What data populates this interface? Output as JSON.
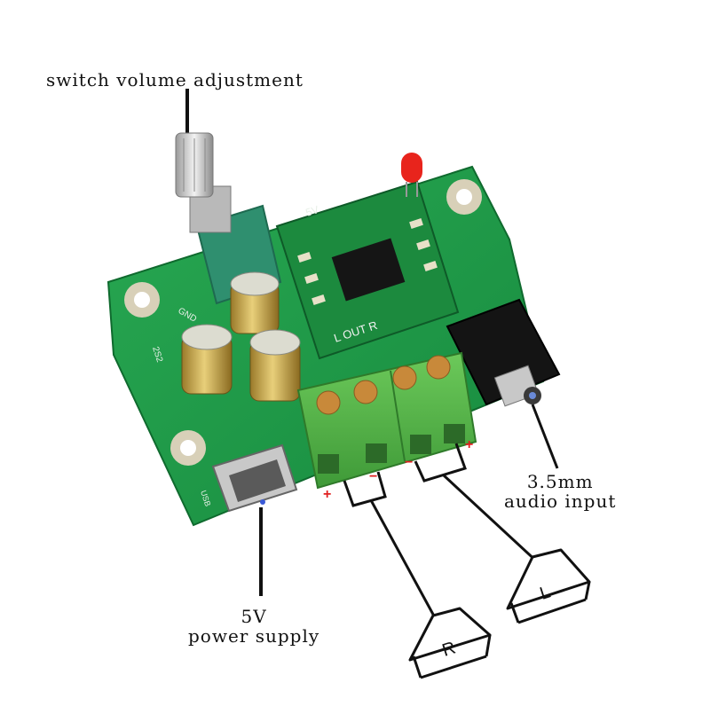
{
  "labels": {
    "volume": "switch volume adjustment",
    "audio_line1": "3.5mm",
    "audio_line2": "audio input",
    "power_line1": "5V",
    "power_line2": "power supply"
  },
  "board_markings": {
    "gnd": "GND",
    "mod_5v": "5V",
    "out_l": "L OUT R",
    "usb": "USB",
    "cap": "2S2"
  },
  "terminal_marks": {
    "plus": "+",
    "minus": "−"
  },
  "speakers": {
    "left": "L",
    "right": "R"
  },
  "colors": {
    "pcb": "#1f9a4a",
    "terminal": "#58b84a",
    "plus_mark": "#e02020",
    "line": "#111111",
    "led": "#e8241c"
  }
}
